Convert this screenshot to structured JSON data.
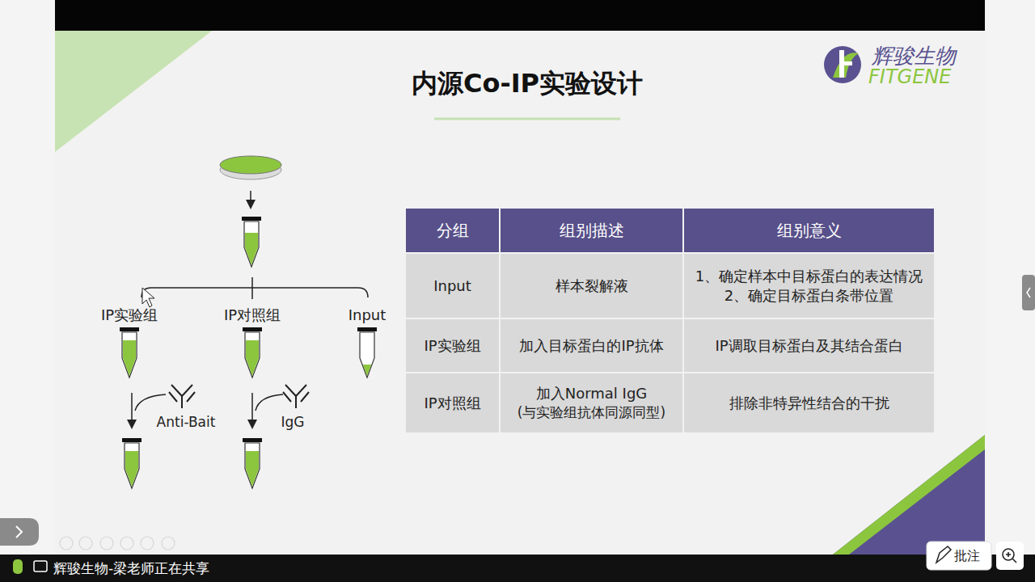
{
  "diagram": {
    "title": "内源Co-IP实验设计",
    "nodes": [
      {
        "text": [
          "IP实验组"
        ]
      },
      {
        "text": [
          "IP对照组"
        ]
      },
      {
        "text": [
          "Input"
        ]
      }
    ],
    "labels": [
      "辉骏生物",
      "FITGENE",
      "Anti-Bait",
      "IgG",
      "分组",
      "组别描述",
      "组别意义",
      "Input",
      "样本裂解液",
      "1、确定样本中目标蛋白的表达情况",
      "2、确定目标蛋白条带位置",
      "IP实验组",
      "加入目标蛋白的IP抗体",
      "IP调取目标蛋白及其结合蛋白",
      "IP对照组",
      "加入Normal IgG",
      "(与实验组抗体同源同型)",
      "排除非特异性结合的干扰",
      "辉骏生物-梁老师正在共享",
      "批注"
    ]
  }
}
